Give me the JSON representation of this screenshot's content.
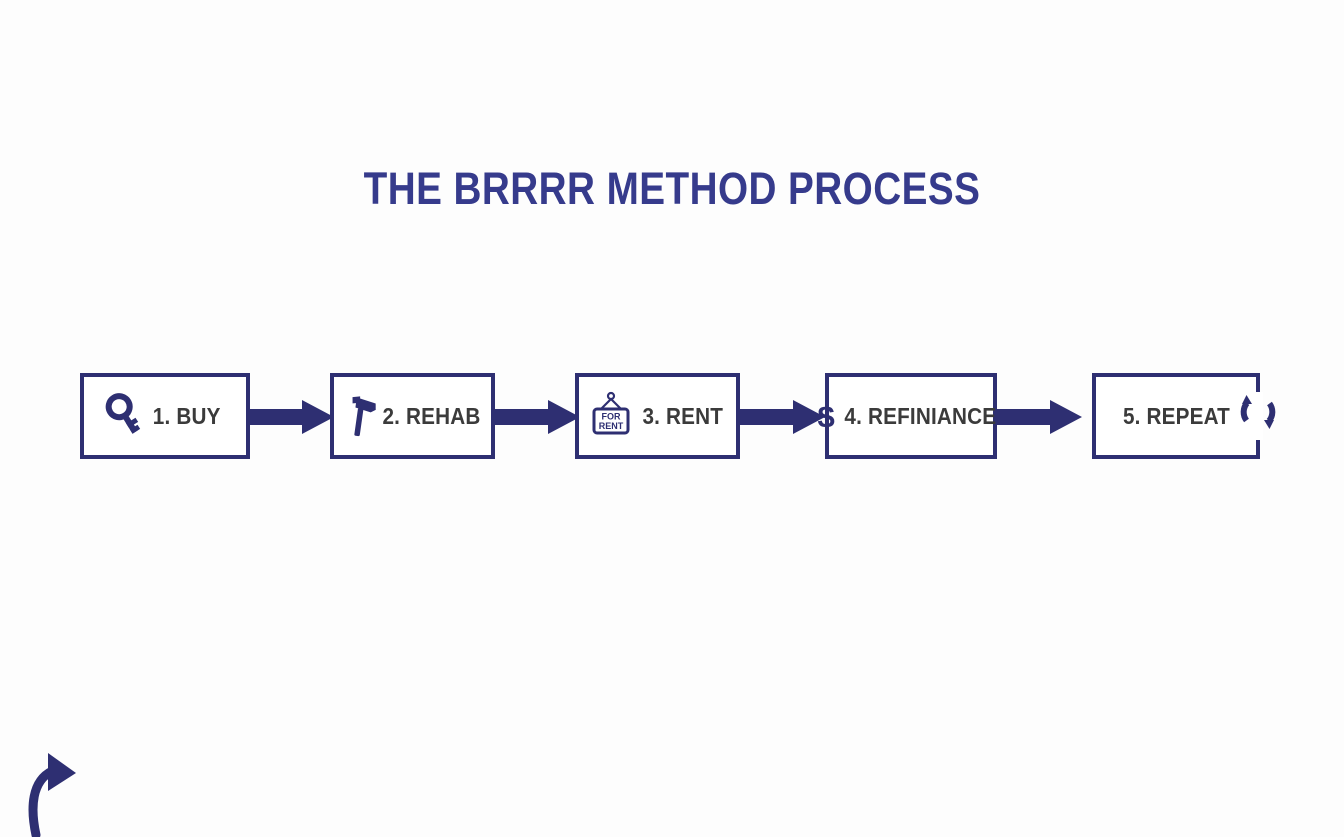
{
  "page": {
    "title": "THE BRRRR METHOD PROCESS",
    "background_color": "#fdfdfd",
    "accent_color": "#2e2f72",
    "title_color": "#363b8c",
    "label_color": "#3b3b3b"
  },
  "diagram": {
    "type": "linear-process-flow",
    "step_count": 5,
    "entry_marker": "curved-arrow-icon",
    "loop_marker": "cycle-refresh-icon",
    "steps": [
      {
        "number": "1.",
        "name": "BUY",
        "label": "1. BUY",
        "icon": "key-icon"
      },
      {
        "number": "2.",
        "name": "REHAB",
        "label": "2. REHAB",
        "icon": "hammer-icon"
      },
      {
        "number": "3.",
        "name": "RENT",
        "label": "3. RENT",
        "icon": "for-rent-sign-icon"
      },
      {
        "number": "4.",
        "name": "REFINIANCE",
        "label": "4. REFINIANCE",
        "icon": "dollar-sign-icon"
      },
      {
        "number": "5.",
        "name": "REPEAT",
        "label": "5. REPEAT",
        "icon": "cycle-refresh-icon"
      }
    ],
    "connectors": [
      {
        "from": "1. BUY",
        "to": "2. REHAB",
        "icon": "right-block-arrow-icon"
      },
      {
        "from": "2. REHAB",
        "to": "3. RENT",
        "icon": "right-block-arrow-icon"
      },
      {
        "from": "3. RENT",
        "to": "4. REFINIANCE",
        "icon": "right-block-arrow-icon"
      },
      {
        "from": "4. REFINIANCE",
        "to": "5. REPEAT",
        "icon": "right-block-arrow-icon"
      }
    ],
    "sign_icon_text": {
      "line1": "FOR",
      "line2": "RENT"
    },
    "dollar_symbol": "$"
  }
}
